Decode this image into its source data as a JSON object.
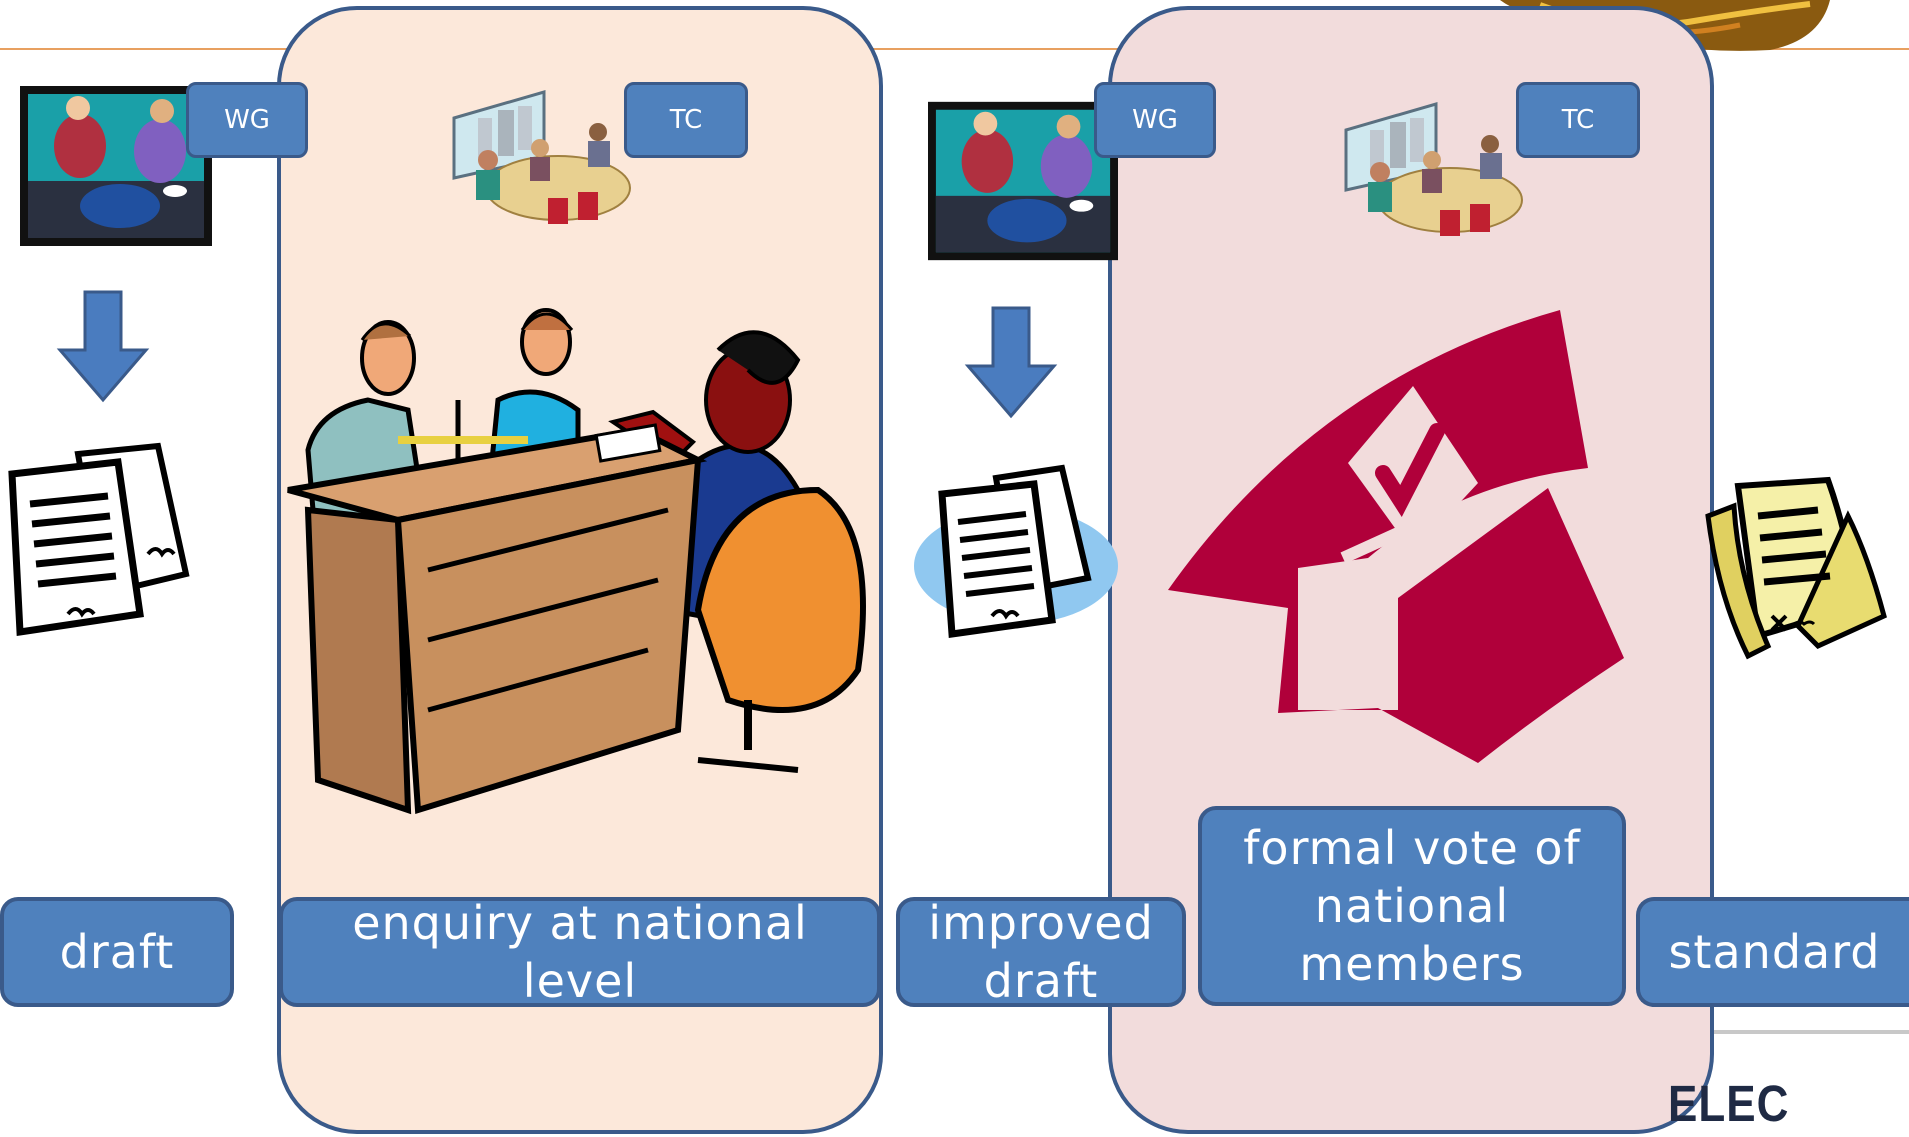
{
  "colors": {
    "panel_border": "#3a5a8a",
    "label_fill": "#4f81bd",
    "enquiry_panel": "#fce8da",
    "vote_panel": "#f2dcdc",
    "ballot_symbol": "#b0003a",
    "arrow": "#4a7cbf"
  },
  "badges": {
    "wg_1": "WG",
    "tc_1": "TC",
    "wg_2": "WG",
    "tc_2": "TC"
  },
  "labels": {
    "draft": "draft",
    "enquiry": "enquiry at national level",
    "improved_draft": "improved draft",
    "formal_vote": "formal vote of national members",
    "standard": "standard"
  },
  "footer": {
    "logo_fragment": "ELEC"
  },
  "icons": [
    "meeting-clipart-icon",
    "conference-clipart-icon",
    "down-arrow-icon",
    "document-icon",
    "negotiation-clipart-icon",
    "ballot-box-icon",
    "rolled-document-icon"
  ]
}
